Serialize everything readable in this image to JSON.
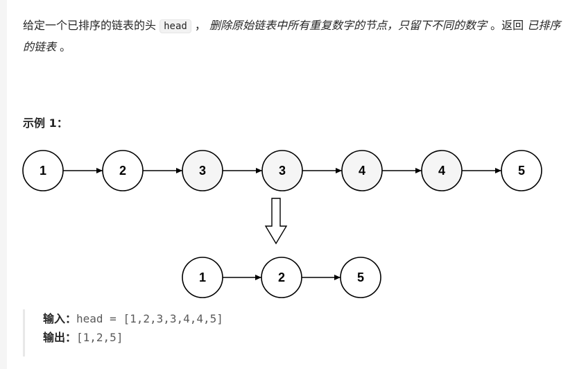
{
  "description": {
    "part1": "给定一个已排序的链表的头 ",
    "code_head": "head",
    "part2": " ， ",
    "part3_em": "删除原始链表中所有重复数字的节点，只留下不同的数字",
    "part4": " 。返回 ",
    "part5_em": "已排序的链表",
    "part6": " 。"
  },
  "example": {
    "title": "示例 1：",
    "input_nodes": [
      {
        "label": "1",
        "duplicate": false
      },
      {
        "label": "2",
        "duplicate": false
      },
      {
        "label": "3",
        "duplicate": true
      },
      {
        "label": "3",
        "duplicate": true
      },
      {
        "label": "4",
        "duplicate": true
      },
      {
        "label": "4",
        "duplicate": true
      },
      {
        "label": "5",
        "duplicate": false
      }
    ],
    "output_nodes": [
      "1",
      "2",
      "5"
    ],
    "input_label": "输入：",
    "input_value": "head = [1,2,3,3,4,4,5]",
    "output_label": "输出：",
    "output_value": "[1,2,5]"
  },
  "colors": {
    "node_border": "#000000",
    "duplicate_fill": "#f5f5f5",
    "normal_fill": "#ffffff",
    "text": "#262626",
    "code_value": "#595959"
  }
}
